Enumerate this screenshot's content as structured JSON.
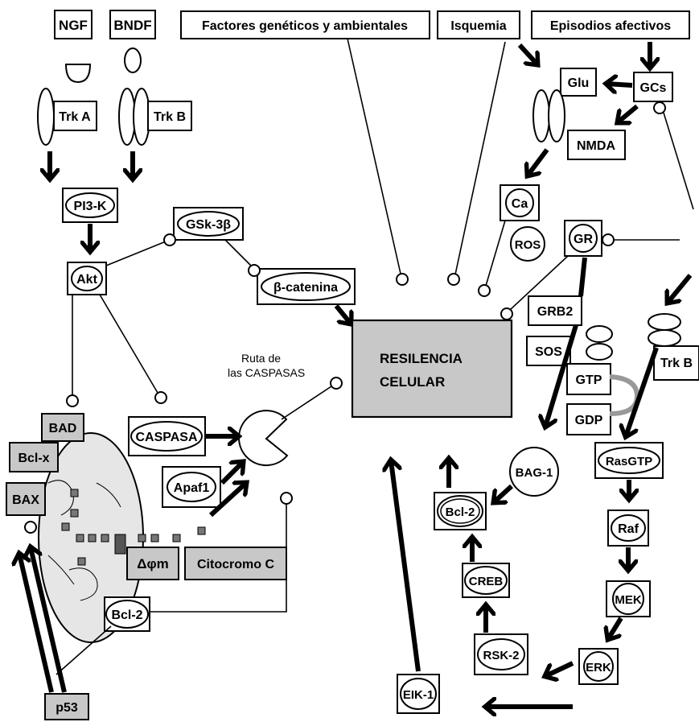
{
  "top_labels": {
    "ngf": "NGF",
    "bndf": "BNDF",
    "factores": "Factores genéticos y ambientales",
    "isquemia": "Isquemia",
    "episodios": "Episodios afectivos"
  },
  "receptors": {
    "trka": "Trk A",
    "trkb": "Trk B",
    "trkb_right": "Trk B"
  },
  "pathway_left": {
    "pi3k": "PI3-K",
    "akt": "Akt",
    "gsk3b": "GSk-3β",
    "bcatenina": "β-catenina",
    "caspasa": "CASPASA",
    "apaf1": "Apaf1",
    "ruta_line1": "Ruta de",
    "ruta_line2": "las CASPASAS",
    "dpm": "Δφm",
    "citocromo": "Citocromo C",
    "bad": "BAD",
    "bclx": "Bcl-x",
    "bax": "BAX",
    "bcl2_left": "Bcl-2",
    "p53": "p53"
  },
  "center": {
    "line1": "RESILENCIA",
    "line2": "CELULAR"
  },
  "pathway_right": {
    "glu": "Glu",
    "gcs": "GCs",
    "nmda": "NMDA",
    "ca": "Ca",
    "ros": "ROS",
    "gr": "GR",
    "grb2": "GRB2",
    "sos": "SOS",
    "gtp": "GTP",
    "gdp": "GDP",
    "rasgtp": "RasGTP",
    "raf": "Raf",
    "mek": "MEK",
    "erk": "ERK",
    "rsk2": "RSK-2",
    "creb": "CREB",
    "bcl2_right": "Bcl-2",
    "bag1": "BAG-1",
    "eik1": "EIK-1"
  },
  "colors": {
    "gray_fill": "#c8c8c8",
    "mito_fill": "#e6e6e6",
    "square_fill": "#777777",
    "gtp_arc": "#999999"
  }
}
